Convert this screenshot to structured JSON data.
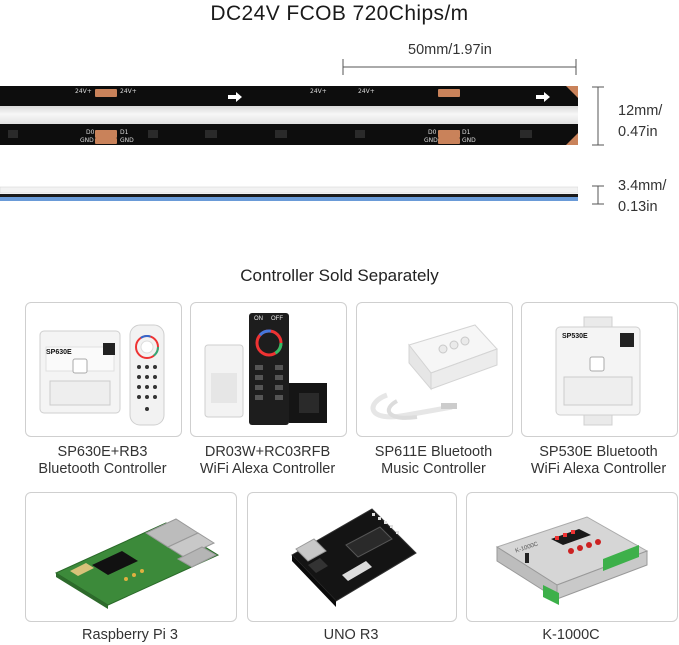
{
  "header": {
    "title": "DC24V FCOB 720Chips/m"
  },
  "dimensions": {
    "segment": "50mm/1.97in",
    "width_line1": "12mm/",
    "width_line2": "0.47in",
    "thickness_line1": "3.4mm/",
    "thickness_line2": "0.13in"
  },
  "strip_silk": {
    "voltage": "24V+",
    "data": "D0",
    "data2": "D1",
    "ground": "GND"
  },
  "section": {
    "title": "Controller Sold Separately"
  },
  "controllers": [
    {
      "line1": "SP630E+RB3",
      "line2": "Bluetooth Controller"
    },
    {
      "line1": "DR03W+RC03RFB",
      "line2": "WiFi Alexa Controller"
    },
    {
      "line1": "SP611E Bluetooth",
      "line2": "Music Controller"
    },
    {
      "line1": "SP530E Bluetooth",
      "line2": "WiFi Alexa Controller"
    },
    {
      "line1": "Raspberry Pi 3"
    },
    {
      "line1": "UNO R3"
    },
    {
      "line1": "K-1000C"
    }
  ],
  "device_marks": {
    "sp630e": "SP630E",
    "sp530e": "SP530E",
    "k1000c": "K-1000C",
    "rc_on": "ON",
    "rc_off": "OFF"
  }
}
